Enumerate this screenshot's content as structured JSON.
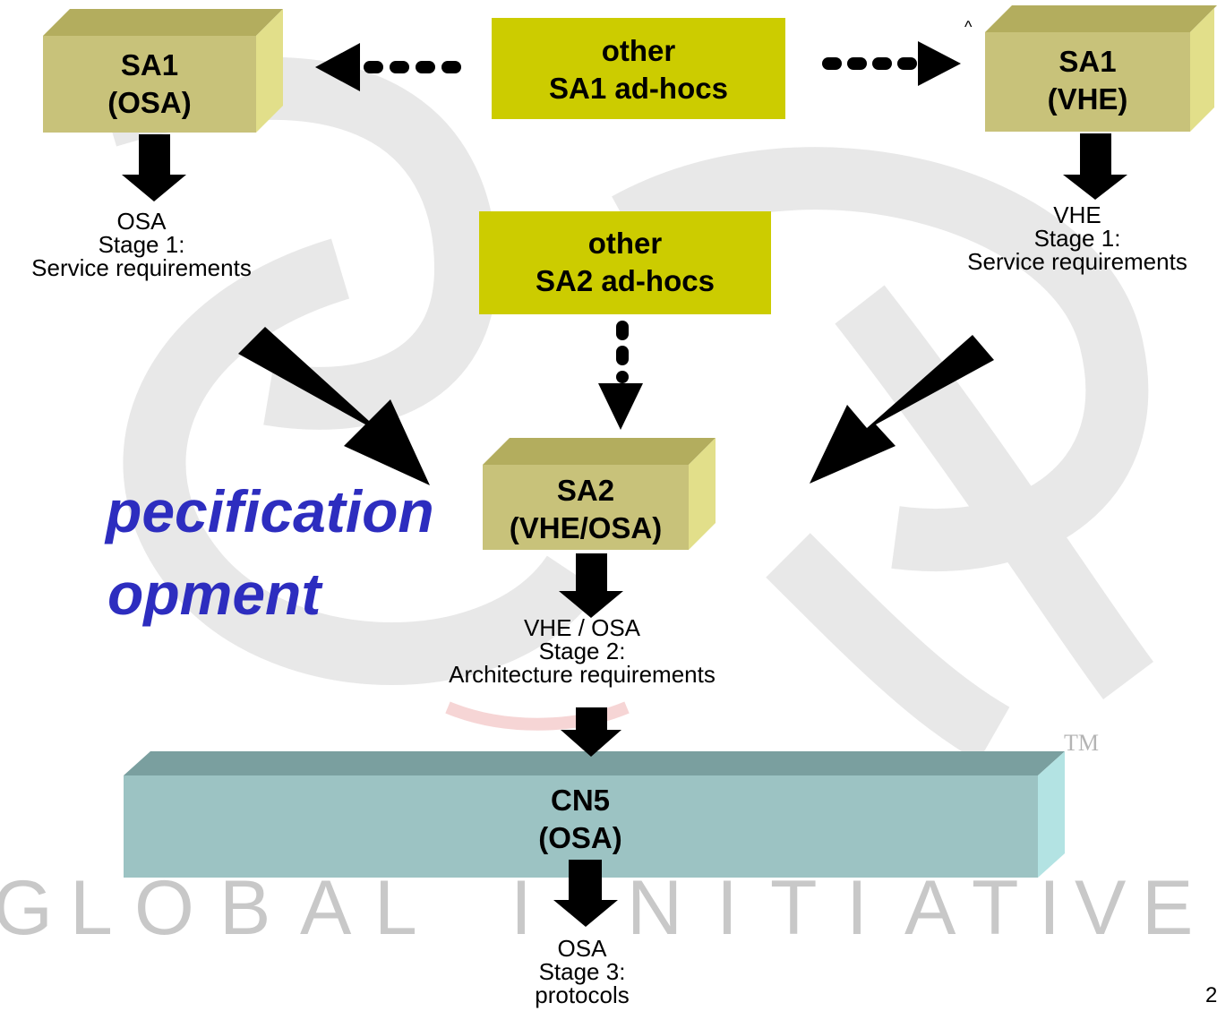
{
  "title": {
    "line1": "pecification",
    "line2": "opment"
  },
  "watermark": {
    "letters": [
      "G",
      "L",
      "O",
      "B",
      "A",
      "L",
      "I",
      "N",
      "I",
      "T",
      "I",
      "A",
      "T",
      "I",
      "V",
      "E"
    ],
    "tm": "TM"
  },
  "boxes": {
    "sa1_osa": {
      "line1": "SA1",
      "line2": "(OSA)"
    },
    "other_sa1": {
      "line1": "other",
      "line2": "SA1 ad-hocs"
    },
    "sa1_vhe": {
      "line1": "SA1",
      "line2": "(VHE)"
    },
    "other_sa2": {
      "line1": "other",
      "line2": "SA2 ad-hocs"
    },
    "sa2": {
      "line1": "SA2",
      "line2": "(VHE/OSA)"
    },
    "cn5": {
      "line1": "CN5",
      "line2": "(OSA)"
    }
  },
  "captions": {
    "osa_stage1": {
      "line1": "OSA",
      "line2": "Stage 1:",
      "line3": "Service requirements"
    },
    "vhe_stage1": {
      "line1": "VHE",
      "line2": "Stage 1:",
      "line3": "Service requirements"
    },
    "stage2": {
      "line1": "VHE / OSA",
      "line2": "Stage 2:",
      "line3": "Architecture requirements"
    },
    "stage3": {
      "line1": "OSA",
      "line2": "Stage 3:",
      "line3": "protocols"
    }
  },
  "page_number": "2",
  "colors": {
    "box_khaki": "#c8c27a",
    "box_khaki_top": "#b3ad5e",
    "box_khaki_side": "#e2df8a",
    "adhoc_yellow": "#cccc00",
    "cn5_front": "#9cc3c3",
    "cn5_top": "#7a9f9f",
    "cn5_side": "#b3e3e3",
    "title_blue": "#2d2dbf",
    "arrow": "#000000"
  }
}
